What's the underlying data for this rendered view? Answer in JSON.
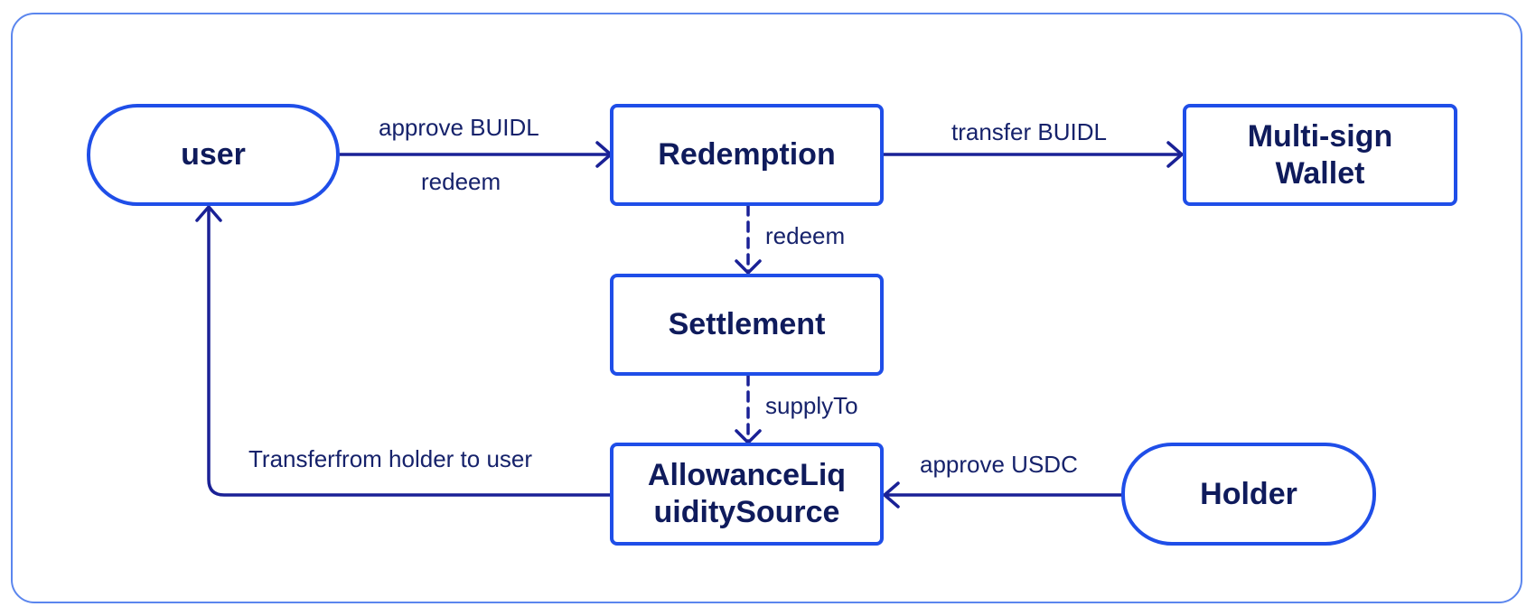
{
  "nodes": {
    "user": "user",
    "redemption": "Redemption",
    "multisig_line1": "Multi-sign",
    "multisig_line2": "Wallet",
    "settlement": "Settlement",
    "allowance_line1": "AllowanceLiq",
    "allowance_line2": "uiditySource",
    "holder": "Holder"
  },
  "edges": {
    "user_to_redemption_top": "approve BUIDL",
    "user_to_redemption_bottom": "redeem",
    "redemption_to_wallet": "transfer BUIDL",
    "redemption_to_settlement": "redeem",
    "settlement_to_allowance": "supplyTo",
    "allowance_to_user": "Transferfrom holder to user",
    "holder_to_allowance": "approve USDC"
  },
  "colors": {
    "node_border": "#1f4ee8",
    "node_text": "#0f1b5c",
    "arrow": "#1a2196",
    "frame_border": "#5b86ee"
  }
}
